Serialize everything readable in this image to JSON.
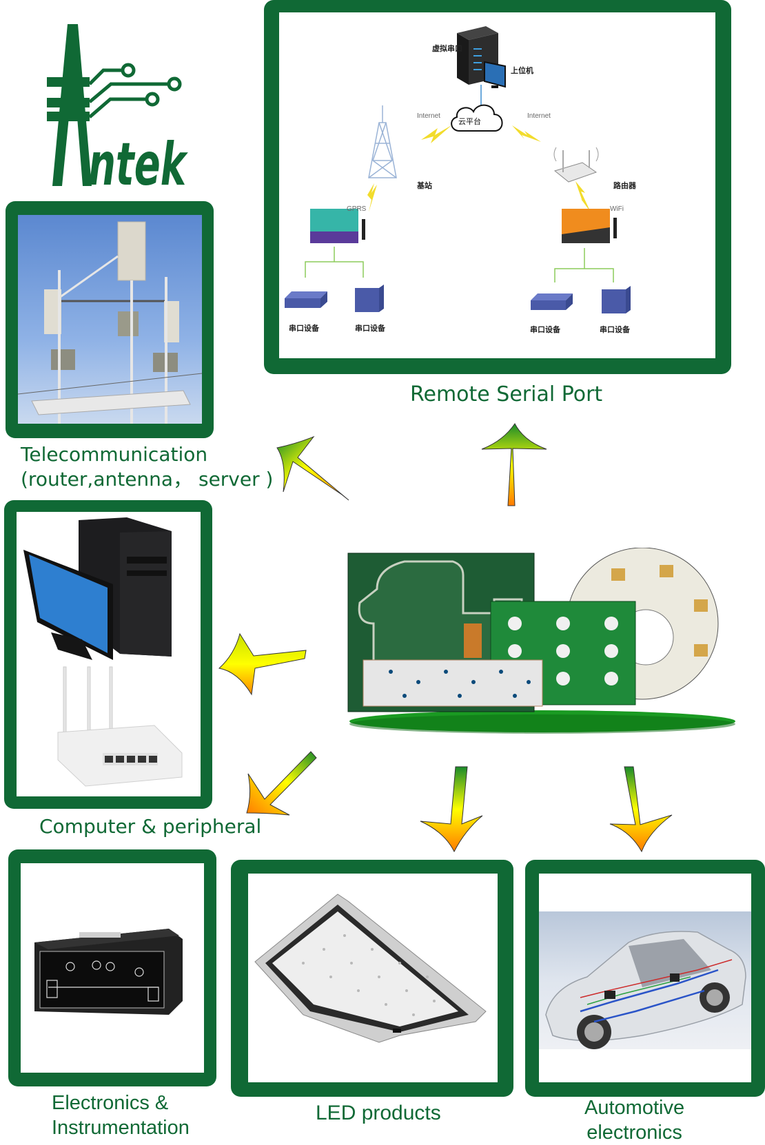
{
  "brand": {
    "name": "Antek",
    "color": "#106935"
  },
  "center": {
    "image": "pcb-boards-icon",
    "description": "Rigid-flex PCB, LED aluminum strip, green multi-up PCB, round LED aluminum board"
  },
  "applications": [
    {
      "id": "remote-serial-port",
      "label": "Remote Serial Port",
      "arrow": "up"
    },
    {
      "id": "telecommunication",
      "label_line1": "Telecommunication",
      "label_line2": "(router,antenna， server  )",
      "arrow": "up-left"
    },
    {
      "id": "computer-peripheral",
      "label": "Computer & peripheral",
      "arrow": "left"
    },
    {
      "id": "electronics-instrumentation",
      "label_line1": "Electronics &",
      "label_line2": "Instrumentation",
      "arrow": "down-left"
    },
    {
      "id": "led-products",
      "label": "LED products",
      "arrow": "down"
    },
    {
      "id": "automotive-electronics",
      "label_line1": "Automotive",
      "label_line2": "electronics",
      "arrow": "down"
    }
  ],
  "diagram": {
    "virtual_serial": "虚拟串口",
    "host_pc": "上位机",
    "cloud": "云平台",
    "internet_left": "Internet",
    "internet_right": "Internet",
    "base_station": "基站",
    "router": "路由器",
    "gprs": "GPRS",
    "wifi": "WiFi",
    "serial_devices": [
      "串口设备",
      "串口设备",
      "串口设备",
      "串口设备"
    ]
  },
  "colors": {
    "frame_green": "#106935",
    "arrow_top": "#1a8a2a",
    "arrow_mid": "#ffff00",
    "arrow_bottom": "#ff7a00"
  }
}
